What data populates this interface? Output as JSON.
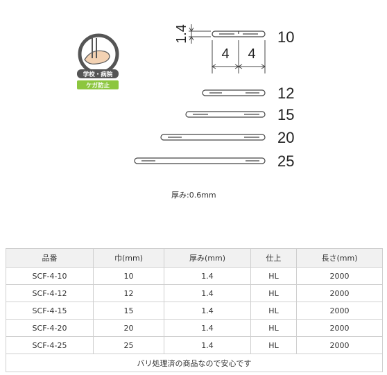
{
  "badge": {
    "line1": "学校・病院",
    "line2": "ケガ防止"
  },
  "diagram": {
    "thickness_dim": "1.4",
    "gap_dims": [
      "4",
      "4"
    ],
    "sizes": [
      "10",
      "12",
      "15",
      "20",
      "25"
    ]
  },
  "thickness_note": "厚み:0.6mm",
  "table": {
    "headers": [
      "品番",
      "巾(mm)",
      "厚み(mm)",
      "仕上",
      "長さ(mm)"
    ],
    "rows": [
      [
        "SCF-4-10",
        "10",
        "1.4",
        "HL",
        "2000"
      ],
      [
        "SCF-4-12",
        "12",
        "1.4",
        "HL",
        "2000"
      ],
      [
        "SCF-4-15",
        "15",
        "1.4",
        "HL",
        "2000"
      ],
      [
        "SCF-4-20",
        "20",
        "1.4",
        "HL",
        "2000"
      ],
      [
        "SCF-4-25",
        "25",
        "1.4",
        "HL",
        "2000"
      ]
    ],
    "footer": "バリ処理済の商品なので安心です"
  },
  "colors": {
    "badge_dark": "#555555",
    "badge_green": "#8cc63f",
    "line": "#444444"
  }
}
